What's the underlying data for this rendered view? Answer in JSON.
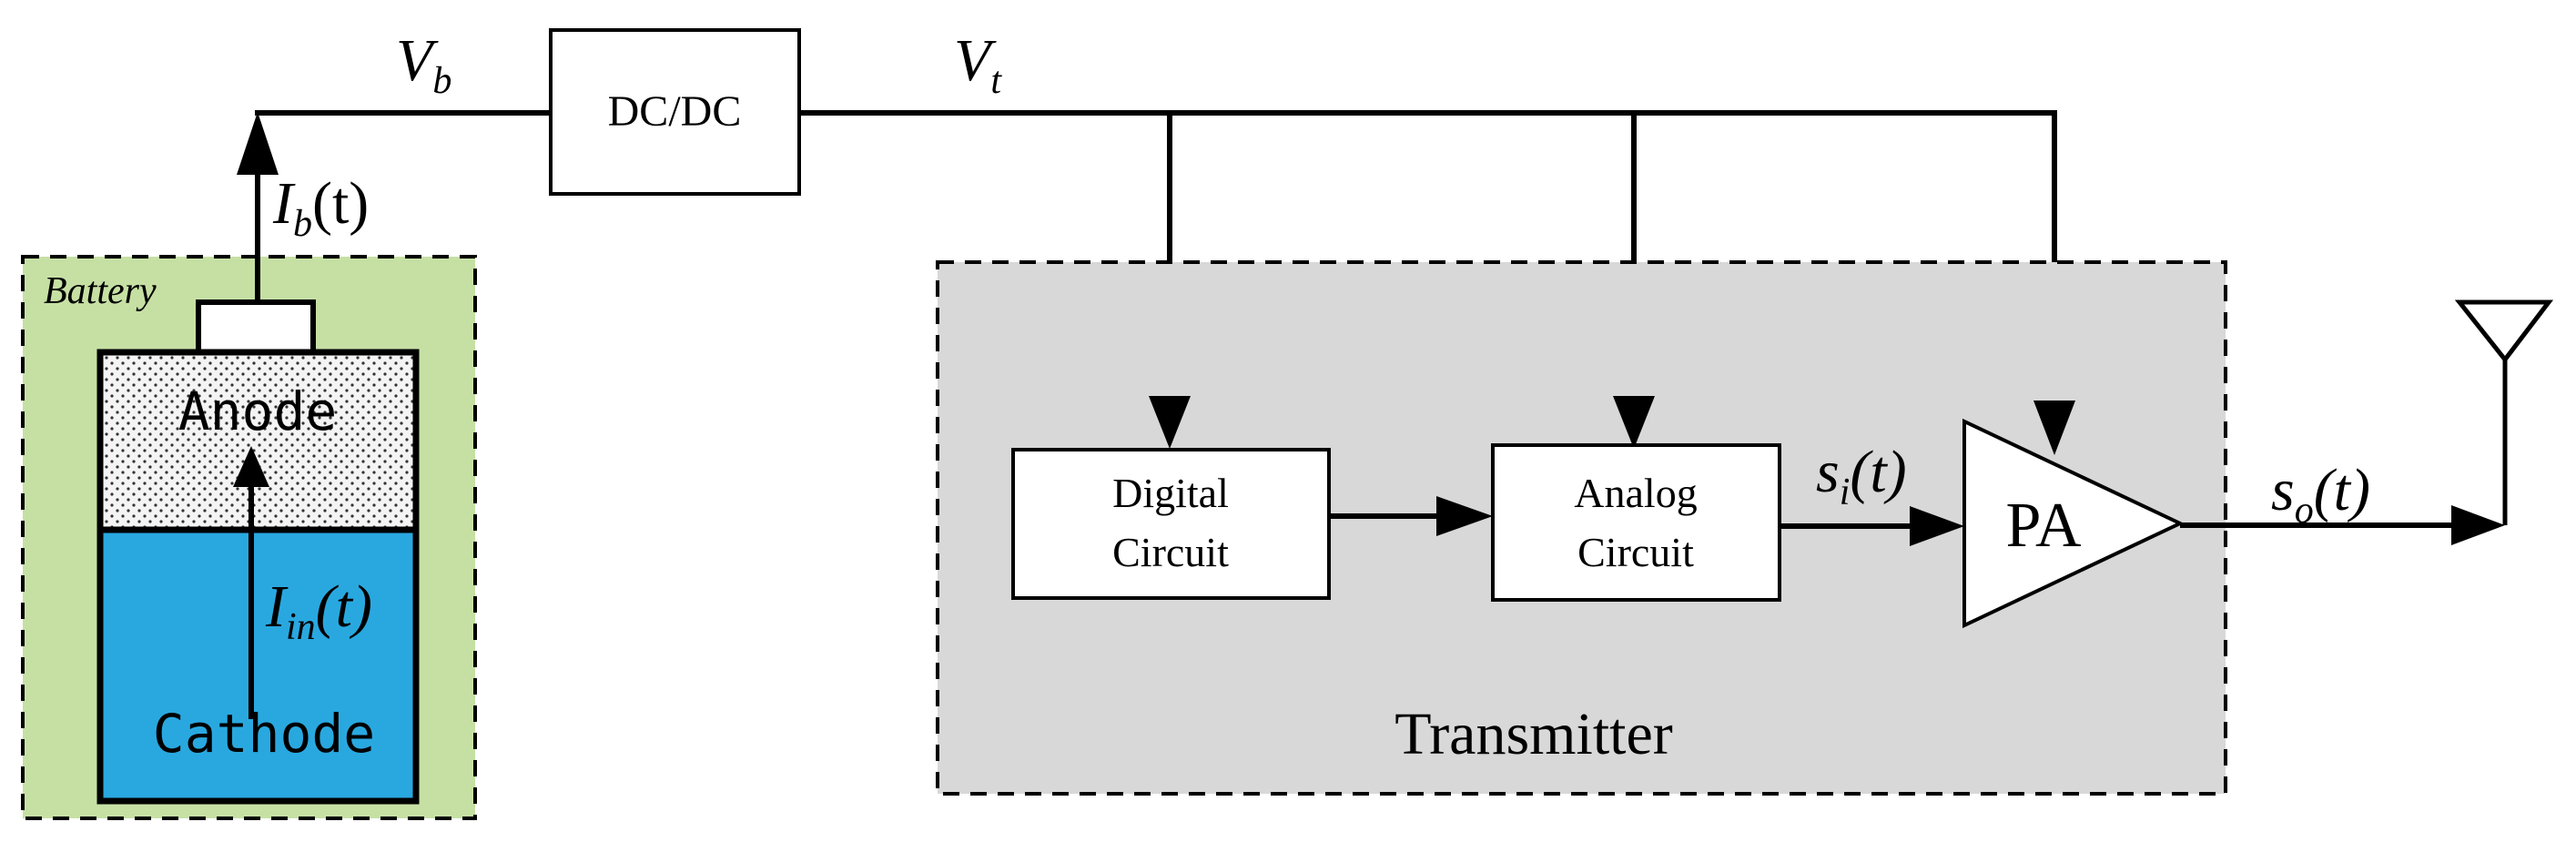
{
  "battery": {
    "label": "Battery",
    "anode": "Anode",
    "cathode": "Cathode",
    "current_out": {
      "symbol": "I",
      "sub": "b",
      "arg": "(t)"
    },
    "current_in": {
      "symbol": "I",
      "sub": "in",
      "arg": "(t)"
    },
    "colors": {
      "background": "#c6e0a4",
      "anode": "#f3f3f3",
      "cathode": "#29a8e0"
    }
  },
  "converter": {
    "label": "DC/DC",
    "input_voltage": {
      "symbol": "V",
      "sub": "b"
    },
    "output_voltage": {
      "symbol": "V",
      "sub": "t"
    }
  },
  "transmitter": {
    "label": "Transmitter",
    "digital": {
      "line1": "Digital",
      "line2": "Circuit"
    },
    "analog": {
      "line1": "Analog",
      "line2": "Circuit"
    },
    "pa": "PA",
    "signal_in": {
      "symbol": "s",
      "sub": "i",
      "arg": "(t)"
    },
    "signal_out": {
      "symbol": "s",
      "sub": "o",
      "arg": "(t)"
    },
    "colors": {
      "background": "#d8d8d8"
    }
  },
  "icons": {
    "antenna": "antenna-icon"
  }
}
